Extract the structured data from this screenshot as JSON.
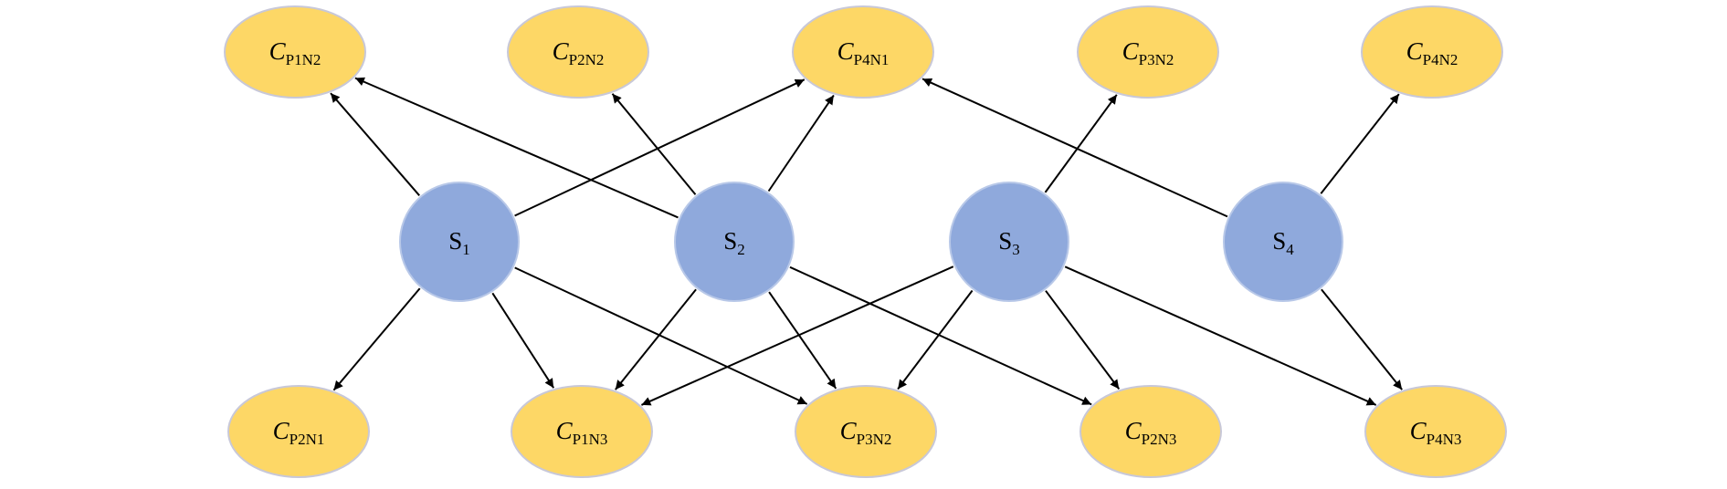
{
  "colors": {
    "source_fill": "#8FA9DC",
    "target_fill": "#FDD766",
    "edge": "#000000"
  },
  "sources": [
    {
      "id": "S1",
      "base": "S",
      "sub": "1"
    },
    {
      "id": "S2",
      "base": "S",
      "sub": "2"
    },
    {
      "id": "S3",
      "base": "S",
      "sub": "3"
    },
    {
      "id": "S4",
      "base": "S",
      "sub": "4"
    }
  ],
  "top_targets": [
    {
      "id": "CP1N2_top",
      "base": "C",
      "sub": "P1N2"
    },
    {
      "id": "CP2N2_top",
      "base": "C",
      "sub": "P2N2"
    },
    {
      "id": "CP4N1_top",
      "base": "C",
      "sub": "P4N1"
    },
    {
      "id": "CP3N2_top",
      "base": "C",
      "sub": "P3N2"
    },
    {
      "id": "CP4N2_top",
      "base": "C",
      "sub": "P4N2"
    }
  ],
  "bottom_targets": [
    {
      "id": "CP2N1_bot",
      "base": "C",
      "sub": "P2N1"
    },
    {
      "id": "CP1N3_bot",
      "base": "C",
      "sub": "P1N3"
    },
    {
      "id": "CP3N2_bot",
      "base": "C",
      "sub": "P3N2"
    },
    {
      "id": "CP2N3_bot",
      "base": "C",
      "sub": "P2N3"
    },
    {
      "id": "CP4N3_bot",
      "base": "C",
      "sub": "P4N3"
    }
  ],
  "edges": [
    {
      "from": "S1",
      "to": "CP1N2_top"
    },
    {
      "from": "S1",
      "to": "CP4N1_top"
    },
    {
      "from": "S1",
      "to": "CP2N1_bot"
    },
    {
      "from": "S1",
      "to": "CP1N3_bot"
    },
    {
      "from": "S1",
      "to": "CP3N2_bot"
    },
    {
      "from": "S2",
      "to": "CP1N2_top"
    },
    {
      "from": "S2",
      "to": "CP2N2_top"
    },
    {
      "from": "S2",
      "to": "CP4N1_top"
    },
    {
      "from": "S2",
      "to": "CP1N3_bot"
    },
    {
      "from": "S2",
      "to": "CP3N2_bot"
    },
    {
      "from": "S2",
      "to": "CP2N3_bot"
    },
    {
      "from": "S3",
      "to": "CP3N2_top"
    },
    {
      "from": "S3",
      "to": "CP1N3_bot"
    },
    {
      "from": "S3",
      "to": "CP3N2_bot"
    },
    {
      "from": "S3",
      "to": "CP2N3_bot"
    },
    {
      "from": "S3",
      "to": "CP4N3_bot"
    },
    {
      "from": "S4",
      "to": "CP4N1_top"
    },
    {
      "from": "S4",
      "to": "CP4N2_top"
    },
    {
      "from": "S4",
      "to": "CP4N3_bot"
    }
  ]
}
